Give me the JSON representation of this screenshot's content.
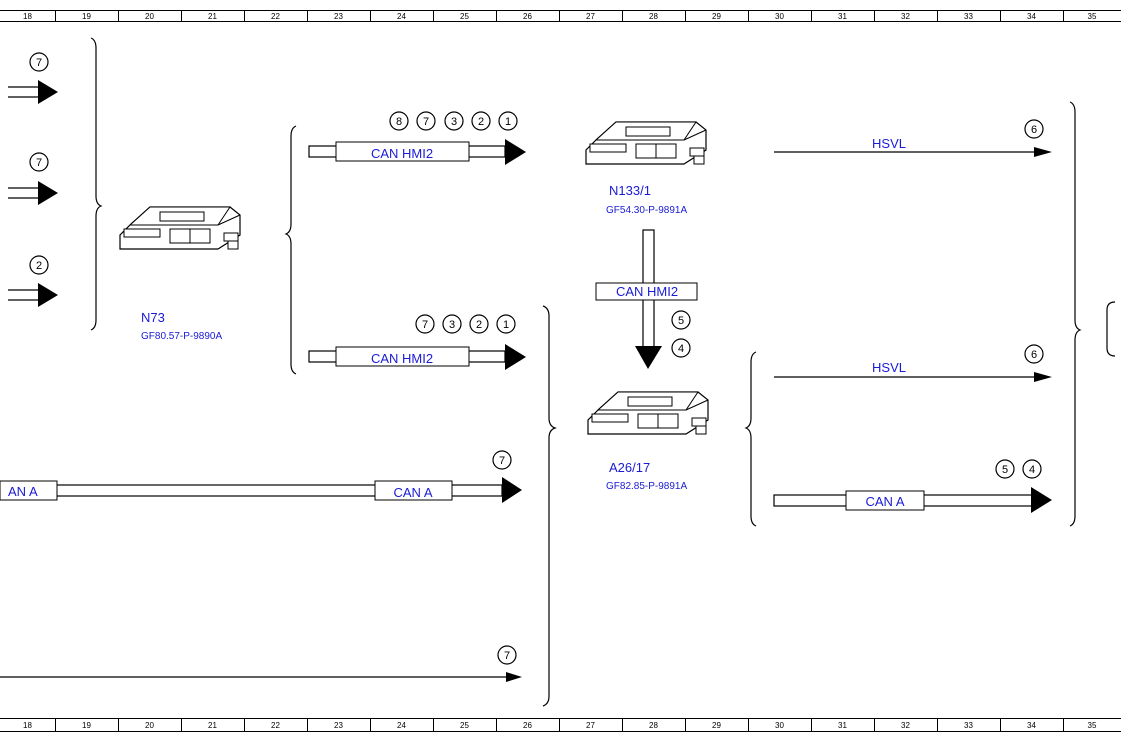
{
  "ruler": {
    "columns": [
      "18",
      "19",
      "20",
      "21",
      "22",
      "23",
      "24",
      "25",
      "26",
      "27",
      "28",
      "29",
      "30",
      "31",
      "32",
      "33",
      "34",
      "35"
    ]
  },
  "modules": {
    "n73": {
      "name": "N73",
      "ref": "GF80.57-P-9890A"
    },
    "n133": {
      "name": "N133/1",
      "ref": "GF54.30-P-9891A"
    },
    "a26": {
      "name": "A26/17",
      "ref": "GF82.85-P-9891A"
    }
  },
  "buses": {
    "can_hmi2": "CAN HMI2",
    "can_a": "CAN A",
    "can_a_cut": "AN A",
    "hsvl": "HSVL"
  },
  "callouts": {
    "left_top": "7",
    "left_mid": "7",
    "left_bot": "2",
    "hmi2_top": [
      "8",
      "7",
      "3",
      "2",
      "1"
    ],
    "hmi2_bottom": [
      "7",
      "3",
      "2",
      "1"
    ],
    "can_a_main": "7",
    "bottom_line": "7",
    "vertical_1": "5",
    "vertical_2": "4",
    "hsvl_top": "6",
    "hsvl_bottom": "6",
    "can_a_right": [
      "5",
      "4"
    ]
  }
}
